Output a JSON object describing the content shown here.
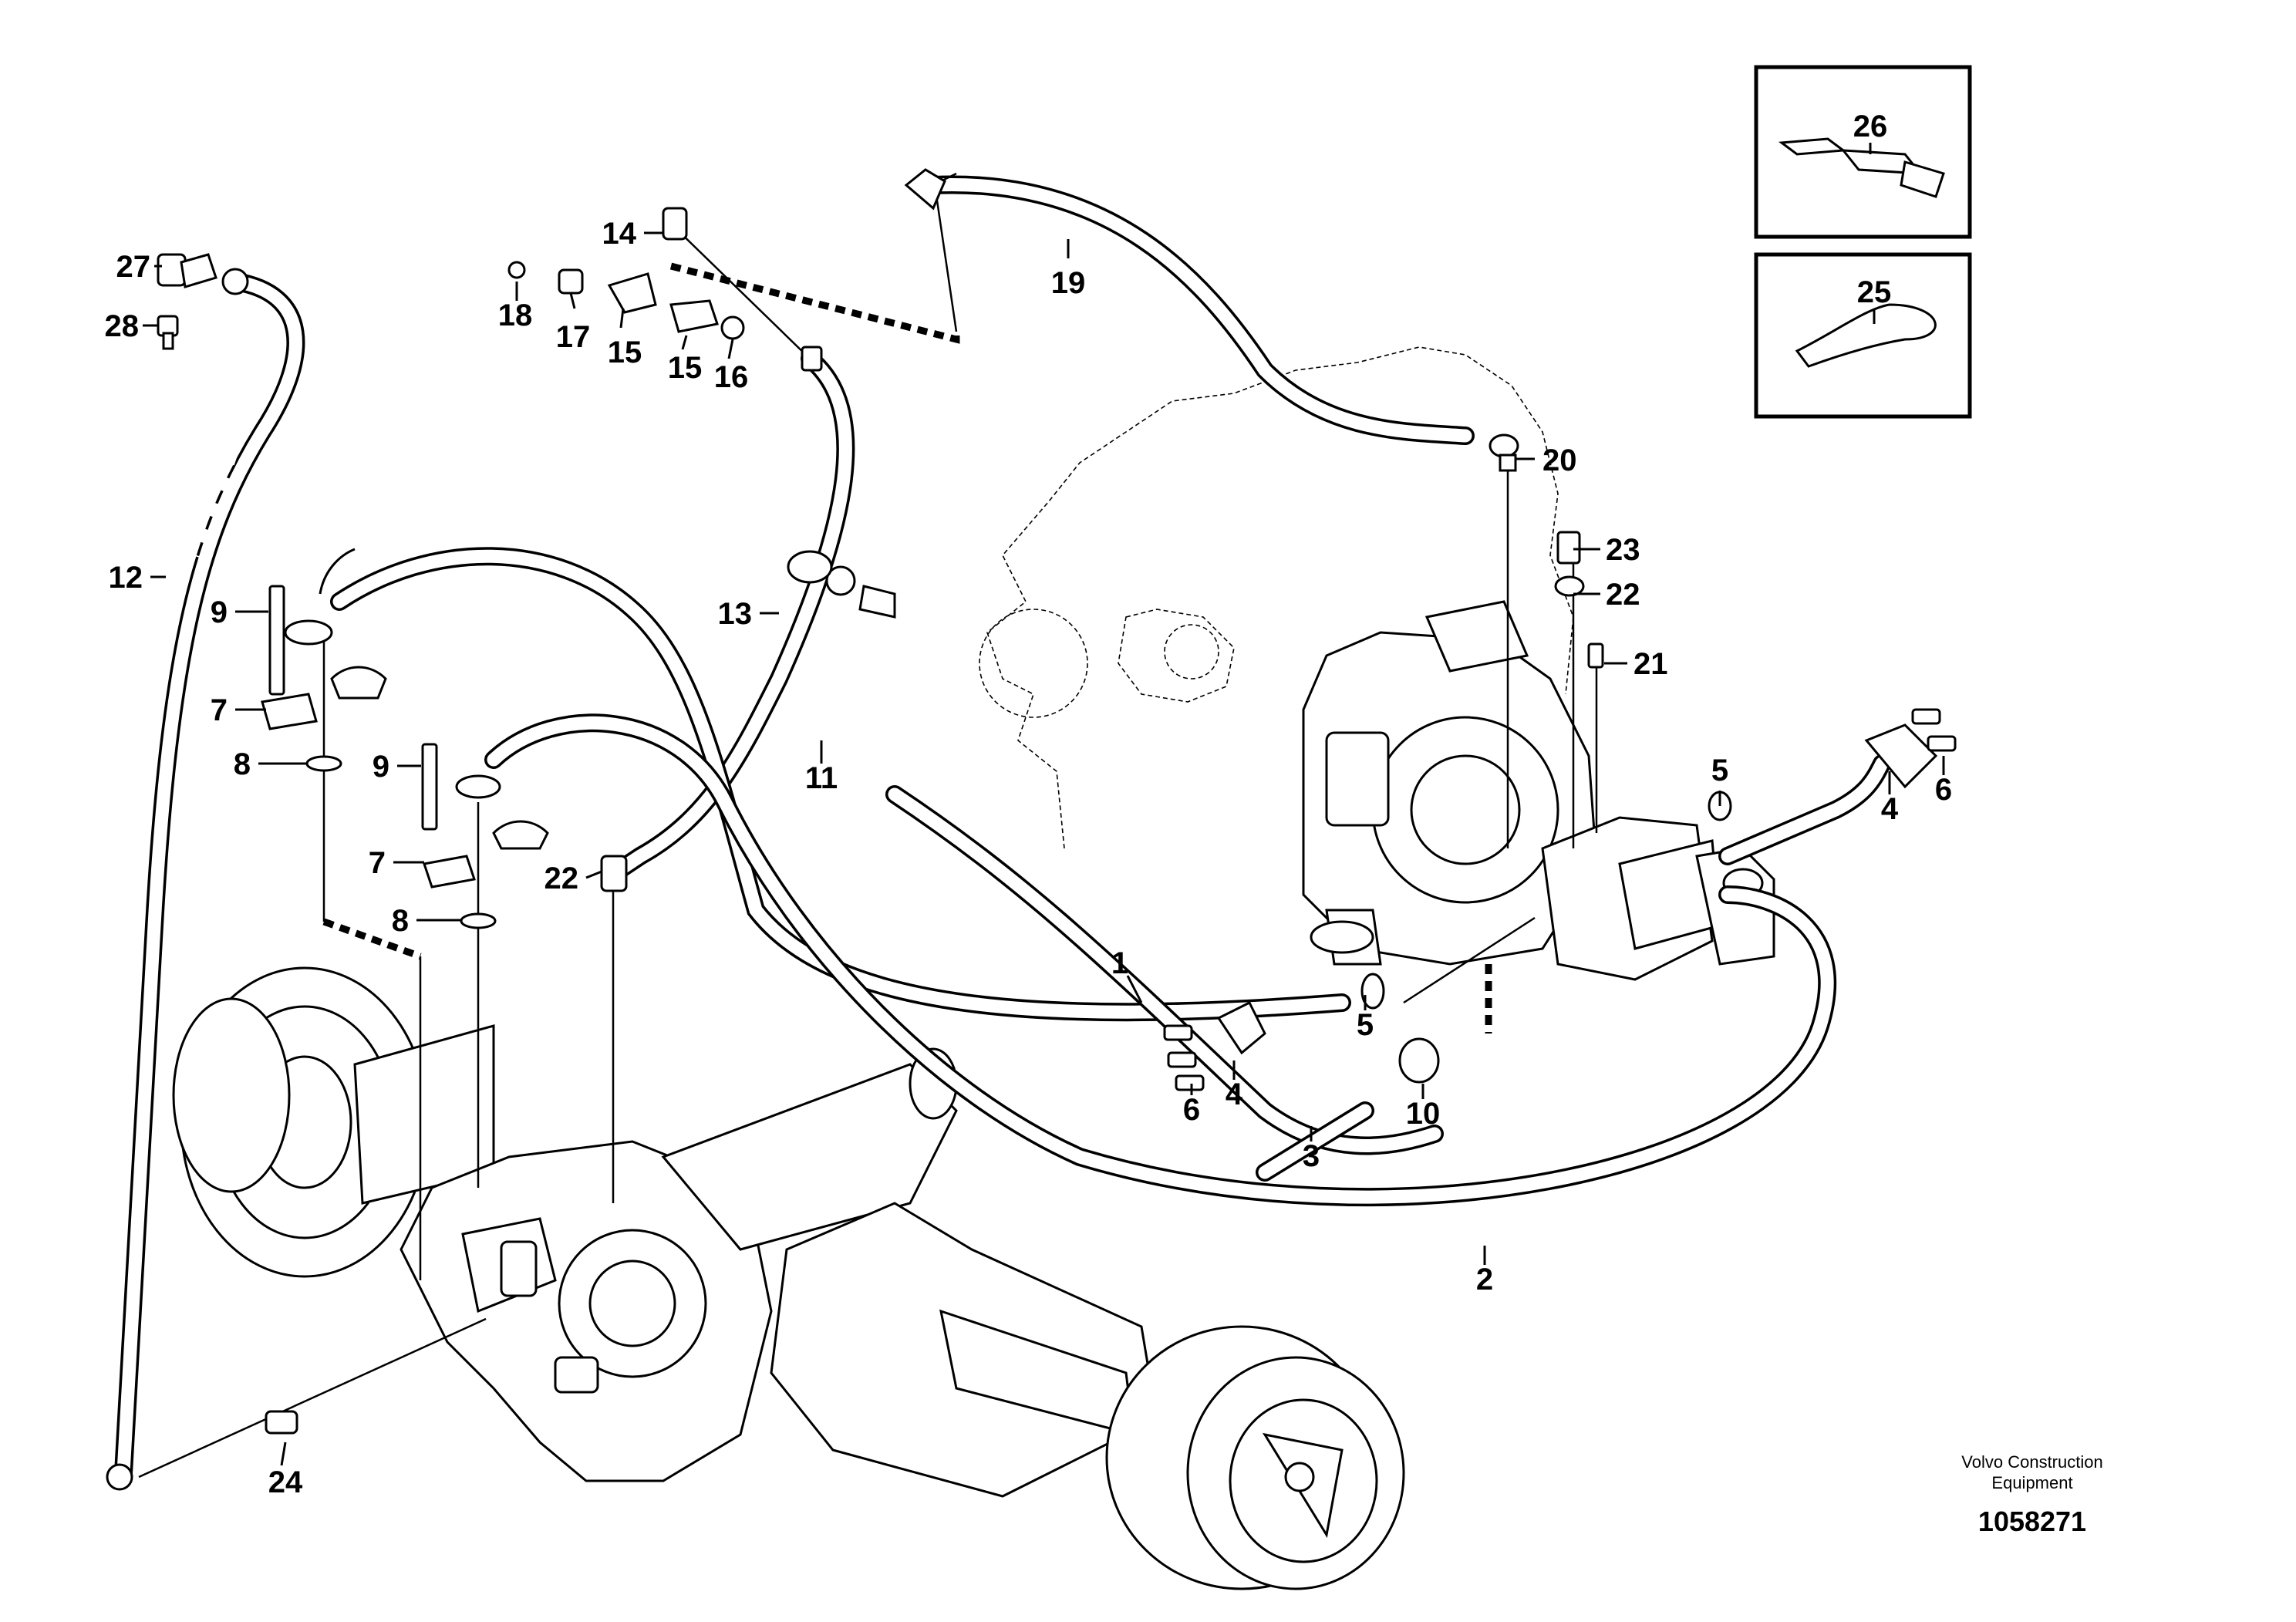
{
  "callouts": [
    {
      "id": "c1",
      "label": "1"
    },
    {
      "id": "c2",
      "label": "2"
    },
    {
      "id": "c3",
      "label": "3"
    },
    {
      "id": "c4a",
      "label": "4"
    },
    {
      "id": "c4b",
      "label": "4"
    },
    {
      "id": "c5a",
      "label": "5"
    },
    {
      "id": "c5b",
      "label": "5"
    },
    {
      "id": "c6a",
      "label": "6"
    },
    {
      "id": "c6b",
      "label": "6"
    },
    {
      "id": "c7a",
      "label": "7"
    },
    {
      "id": "c7b",
      "label": "7"
    },
    {
      "id": "c8a",
      "label": "8"
    },
    {
      "id": "c8b",
      "label": "8"
    },
    {
      "id": "c9a",
      "label": "9"
    },
    {
      "id": "c9b",
      "label": "9"
    },
    {
      "id": "c10",
      "label": "10"
    },
    {
      "id": "c11",
      "label": "11"
    },
    {
      "id": "c12",
      "label": "12"
    },
    {
      "id": "c13",
      "label": "13"
    },
    {
      "id": "c14",
      "label": "14"
    },
    {
      "id": "c15a",
      "label": "15"
    },
    {
      "id": "c15b",
      "label": "15"
    },
    {
      "id": "c16",
      "label": "16"
    },
    {
      "id": "c17",
      "label": "17"
    },
    {
      "id": "c18",
      "label": "18"
    },
    {
      "id": "c19",
      "label": "19"
    },
    {
      "id": "c20",
      "label": "20"
    },
    {
      "id": "c21",
      "label": "21"
    },
    {
      "id": "c22a",
      "label": "22"
    },
    {
      "id": "c22b",
      "label": "22"
    },
    {
      "id": "c23",
      "label": "23"
    },
    {
      "id": "c24",
      "label": "24"
    },
    {
      "id": "c25",
      "label": "25"
    },
    {
      "id": "c26",
      "label": "26"
    },
    {
      "id": "c27",
      "label": "27"
    },
    {
      "id": "c28",
      "label": "28"
    }
  ],
  "caption": {
    "line1": "Volvo Construction",
    "line2": "Equipment",
    "drawing_number": "1058271"
  }
}
